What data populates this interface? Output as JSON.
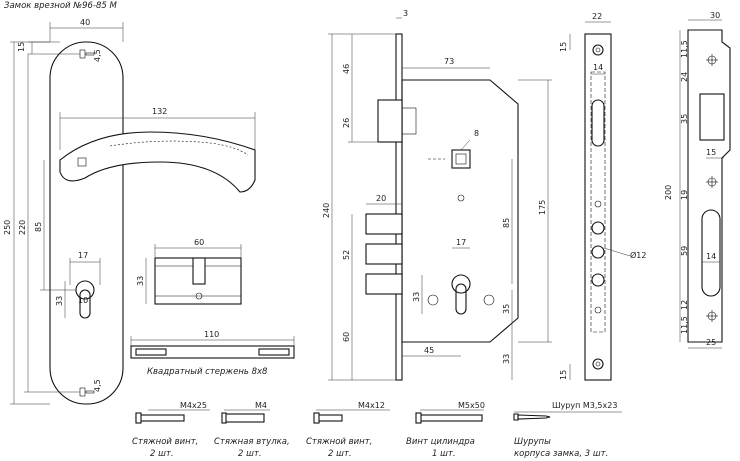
{
  "title": "Замок врезной №96-85 М",
  "dims": {
    "handle_width": "40",
    "handle_hole_offset": "15",
    "handle_hole_dia_top": "4,5",
    "handle_hole_dia_bottom": "4,5",
    "handle_lever_length": "132",
    "handle_total_height": "250",
    "handle_between_holes": "220",
    "handle_lever_to_cyl": "85",
    "cyl_width": "17",
    "cyl_height": "33",
    "cyl_dia": "10",
    "cylinder_length": "60",
    "cylinder_height": "33",
    "bar_length": "110",
    "lock_faceplate": "3",
    "lock_top": "46",
    "lock_latch": "26",
    "lock_total": "240",
    "lock_bolt_width": "20",
    "lock_bolt_span": "52",
    "lock_bottom": "60",
    "lock_backset": "73",
    "lock_spindle": "8",
    "lock_body": "175",
    "lock_c2c": "85",
    "lock_cyl_17": "17",
    "lock_cyl_33": "33",
    "lock_cyl_35": "35",
    "lock_dist_45": "45",
    "lock_bottom_33": "33",
    "face_width": "22",
    "face_hole_top": "15",
    "face_inner": "14",
    "face_hole_dia": "Ø12",
    "face_hole_bottom": "15",
    "strike_width": "30",
    "strike_11_5_top": "11,5",
    "strike_24": "24",
    "strike_35": "35",
    "strike_15": "15",
    "strike_200": "200",
    "strike_19": "19",
    "strike_59": "59",
    "strike_14": "14",
    "strike_12": "12",
    "strike_11_5_bottom": "11,5",
    "strike_25": "25"
  },
  "labels": {
    "bar_caption": "Квадратный стержень 8х8"
  },
  "hardware": [
    {
      "size": "М4х25",
      "caption1": "Стяжной винт,",
      "caption2": "2 шт."
    },
    {
      "size": "М4",
      "caption1": "Стяжная втулка,",
      "caption2": "2 шт."
    },
    {
      "size": "М4х12",
      "caption1": "Стяжной винт,",
      "caption2": "2 шт."
    },
    {
      "size": "М5х50",
      "caption1": "Винт цилиндра",
      "caption2": "1 шт."
    },
    {
      "size": "Шуруп М3,5х23",
      "caption1": "Шурупы",
      "caption2": "корпуса замка, 3 шт."
    }
  ]
}
